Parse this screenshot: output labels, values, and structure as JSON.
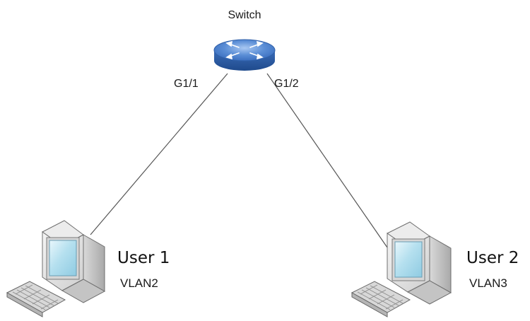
{
  "switch": {
    "label": "Switch",
    "ports": {
      "left": "G1/1",
      "right": "G1/2"
    }
  },
  "users": [
    {
      "name": "User 1",
      "vlan": "VLAN2"
    },
    {
      "name": "User 2",
      "vlan": "VLAN3"
    }
  ],
  "colors": {
    "switch_top": "#5b8ed6",
    "switch_side": "#2f5fa8",
    "link": "#555555",
    "pc_body": "#e6e6e6",
    "pc_screen": "#9fd6ea"
  },
  "icons": [
    "switch-icon",
    "computer-icon",
    "keyboard-icon"
  ]
}
